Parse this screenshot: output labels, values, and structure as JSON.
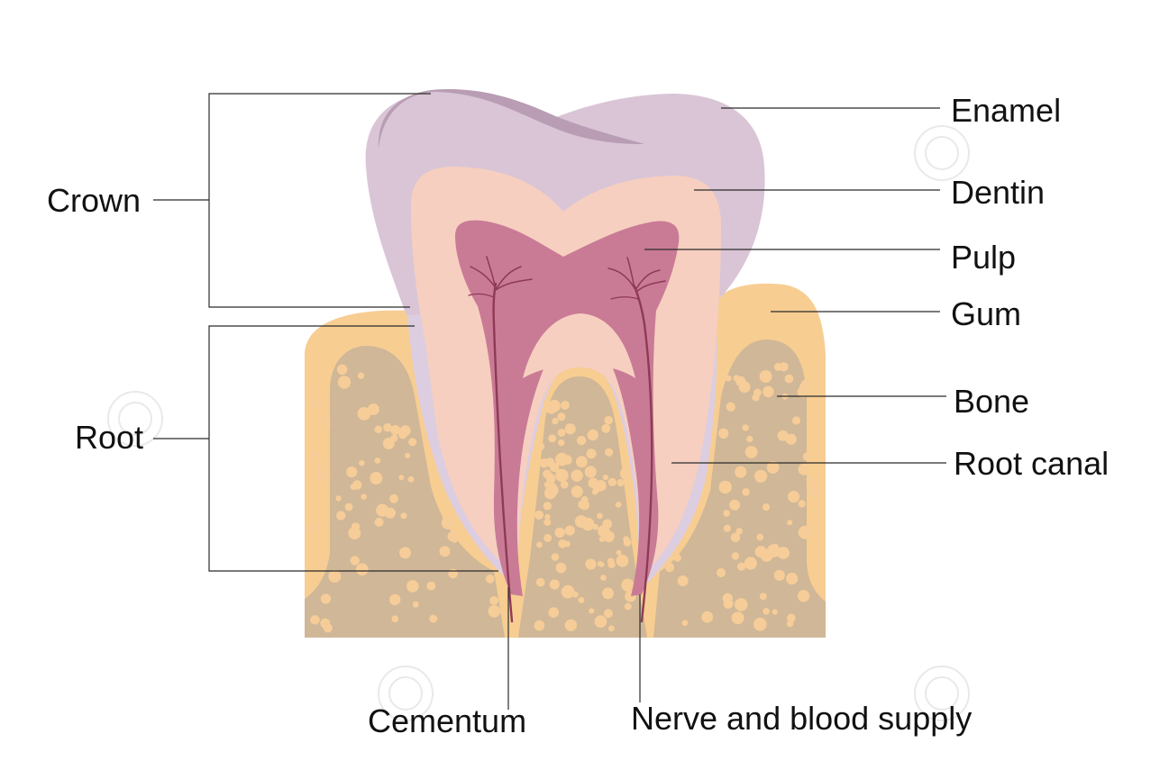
{
  "labels": {
    "crown": "Crown",
    "root": "Root",
    "enamel": "Enamel",
    "dentin": "Dentin",
    "pulp": "Pulp",
    "gum": "Gum",
    "bone": "Bone",
    "root_canal": "Root canal",
    "cementum": "Cementum",
    "nerve_blood": "Nerve and blood supply"
  },
  "colors": {
    "enamel": "#d9c5d6",
    "dentin": "#f6cfc0",
    "pulp": "#c97b96",
    "gum": "#f7cd92",
    "bone": "#cfb797",
    "bone_dots": "#f6cc98",
    "nerve": "#8f3a55",
    "cementum": "#ddcde0"
  }
}
